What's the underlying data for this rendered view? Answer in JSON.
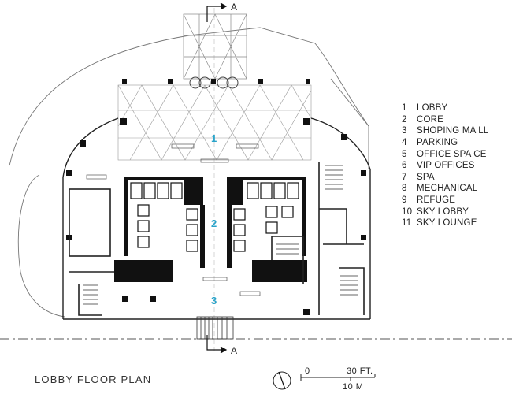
{
  "title": "LOBBY FLOOR PLAN",
  "legend": [
    {
      "num": "1",
      "label": "LOBBY"
    },
    {
      "num": "2",
      "label": "CORE"
    },
    {
      "num": "3",
      "label": "SHOPING MA LL"
    },
    {
      "num": "4",
      "label": "PARKING"
    },
    {
      "num": "5",
      "label": "OFFICE SPA CE"
    },
    {
      "num": "6",
      "label": "VIP OFFICES"
    },
    {
      "num": "7",
      "label": "SPA"
    },
    {
      "num": "8",
      "label": "MECHANICAL"
    },
    {
      "num": "9",
      "label": "REFUGE"
    },
    {
      "num": "10",
      "label": "SKY LOBBY"
    },
    {
      "num": "11",
      "label": "SKY LOUNGE"
    }
  ],
  "room_labels": {
    "lobby": "1",
    "core": "2",
    "mall": "3"
  },
  "section": {
    "top": "A",
    "bottom": "A"
  },
  "scale": {
    "zero": "0",
    "feet": "30 FT.",
    "meters": "10 M"
  },
  "colors": {
    "room_number": "#29a3c9",
    "wall": "#111111",
    "line": "#555555"
  }
}
